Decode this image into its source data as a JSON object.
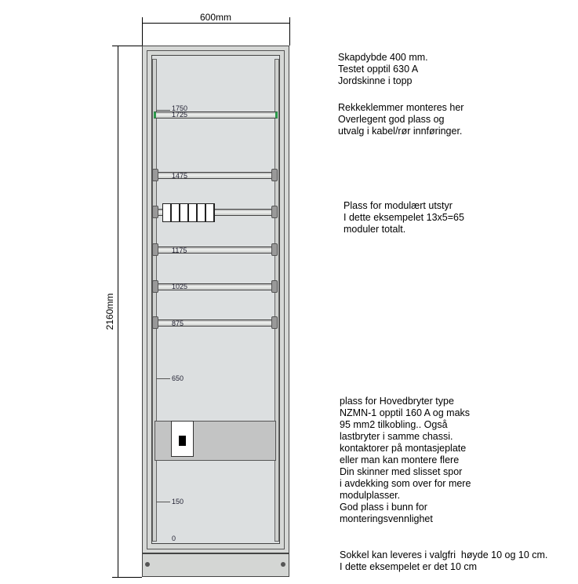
{
  "dimensions": {
    "width": "600mm",
    "height": "2160mm"
  },
  "heights": [
    "1750",
    "1725",
    "1475",
    "1175",
    "1025",
    "875",
    "650",
    "150",
    "0"
  ],
  "notes": [
    "Skapdybde 400 mm.\nTestet opptil 630 A\nJordskinne i topp",
    "Rekkeklemmer monteres her\nOverlegent god plass og\nutvalg i kabel/rør innføringer.",
    "Plass for modulært utstyr\nI dette eksempelet 13x5=65\nmoduler totalt.",
    "plass for Hovedbryter type\nNZMN-1 opptil 160 A og maks\n95 mm2 tilkobling.. Også\nlastbryter i samme chassi.\nkontaktorer på montasjeplate\neller man kan montere flere\nDin skinner med slisset spor\ni avdekking som over for mere\nmodulplasser.\nGod plass i bunn for\nmonteringsvennlighet",
    "Sokkel kan leveres i valgfri  høyde 10 og 10 cm.\nI dette eksempelet er det 10 cm"
  ]
}
